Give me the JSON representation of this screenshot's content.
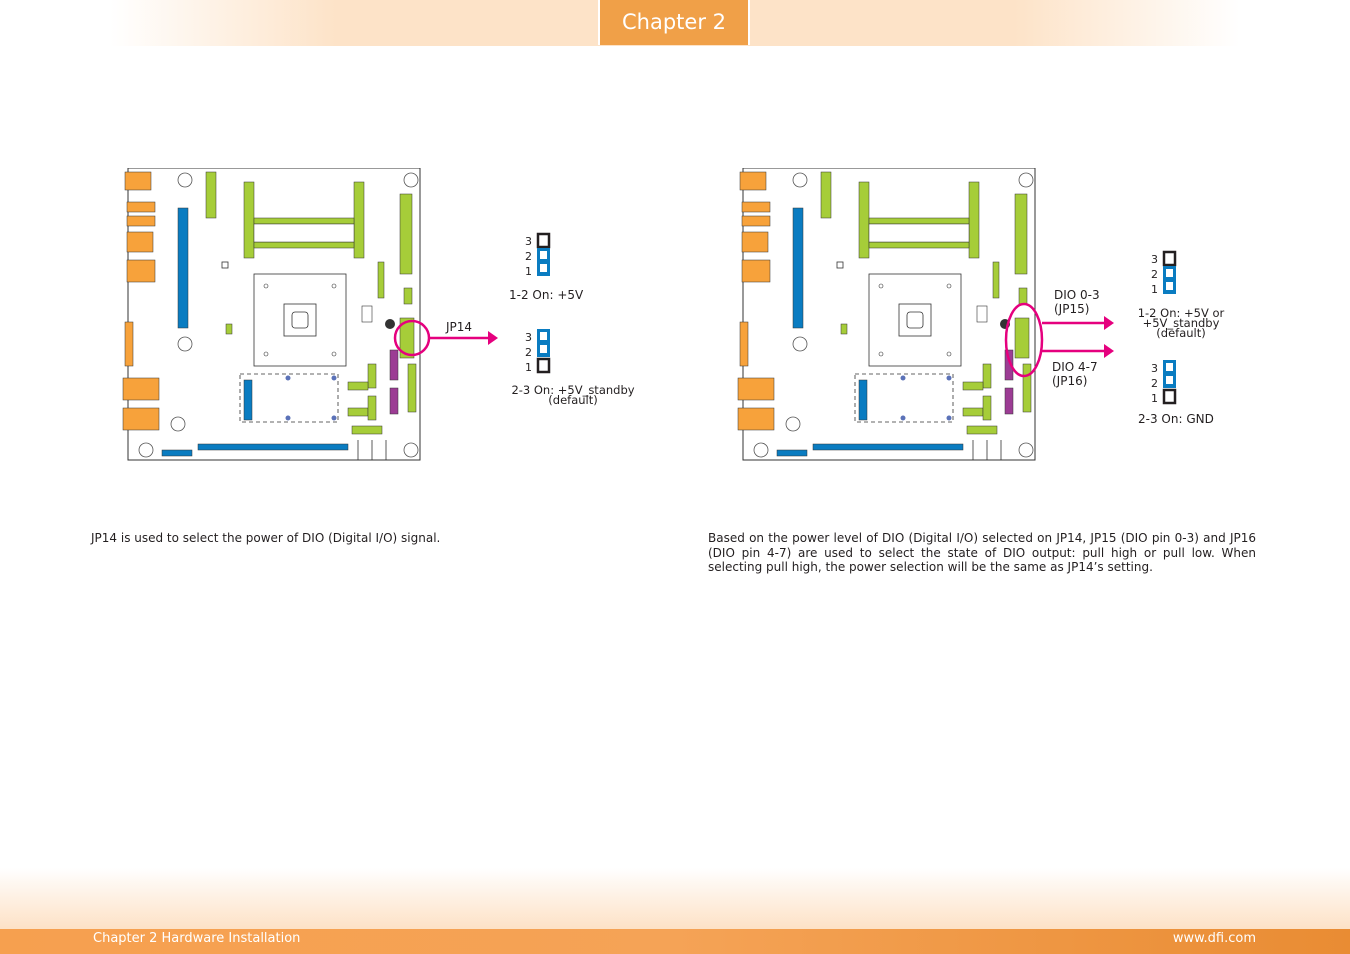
{
  "header": {
    "chapter": "Chapter 2"
  },
  "left": {
    "jumper_label": "JP14",
    "pins": [
      "3",
      "2",
      "1"
    ],
    "option1": "1-2 On: +5V",
    "option2_line1": "2-3 On: +5V_standby",
    "option2_line2": "(default)",
    "description": "JP14 is used to select the power of DIO (Digital I/O) signal."
  },
  "right": {
    "dio03_line1": "DIO 0-3",
    "dio03_line2": "(JP15)",
    "dio47_line1": "DIO 4-7",
    "dio47_line2": "(JP16)",
    "pins": [
      "3",
      "2",
      "1"
    ],
    "option1_line1": "1-2 On: +5V or",
    "option1_line2": "+5V_standby",
    "option1_line3": "(default)",
    "option2": "2-3 On: GND",
    "description": "Based on the power level of DIO (Digital I/O) selected on JP14, JP15 (DIO pin 0-3) and JP16 (DIO pin 4-7) are used to select the state of DIO output: pull high or pull low. When selecting pull high, the power selection will be the same as JP14’s setting."
  },
  "footer": {
    "left": "Chapter 2 Hardware Installation",
    "right": "www.dfi.com"
  },
  "colors": {
    "accent": "#f0a048",
    "highlight": "#e5007e",
    "jumper_blue": "#0a7cc1",
    "slot_green": "#a6cd39"
  }
}
